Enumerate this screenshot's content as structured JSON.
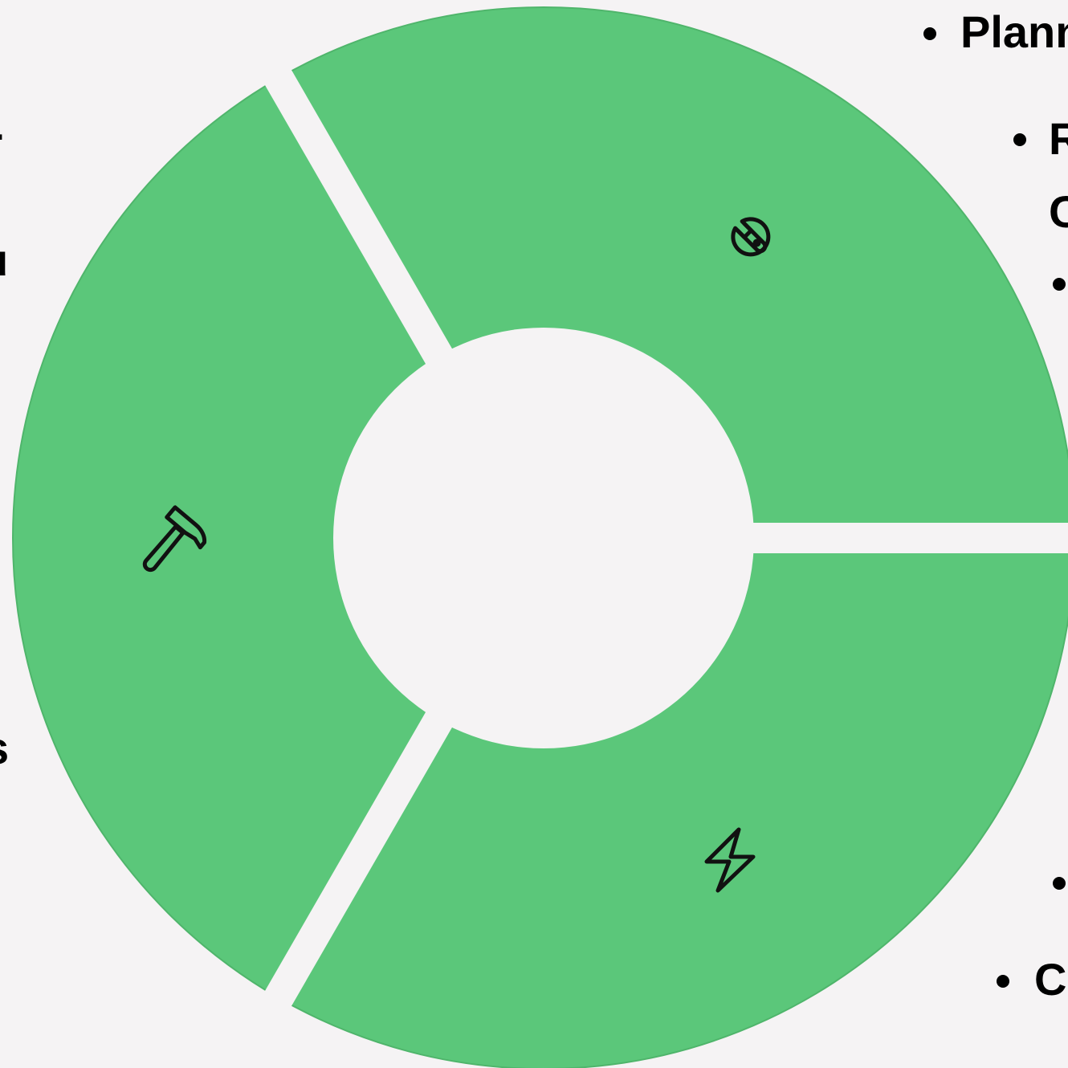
{
  "colors": {
    "background": "#f5f3f4",
    "segment_fill": "#5bc77a",
    "segment_edge": "#4fb56b",
    "icon_stroke": "#111111",
    "text": "#000000"
  },
  "diagram": {
    "segments": [
      {
        "id": "top-right",
        "icon": "wrench-icon"
      },
      {
        "id": "bottom-right",
        "icon": "lightning-bolt-icon"
      },
      {
        "id": "left",
        "icon": "hammer-icon"
      }
    ]
  },
  "labels": {
    "right_top": "Plann",
    "right_second": "R",
    "right_second_cont": "C",
    "right_bottom": "C",
    "left_fragment_1": "-",
    "left_fragment_2": "u",
    "left_fragment_3": "s"
  }
}
